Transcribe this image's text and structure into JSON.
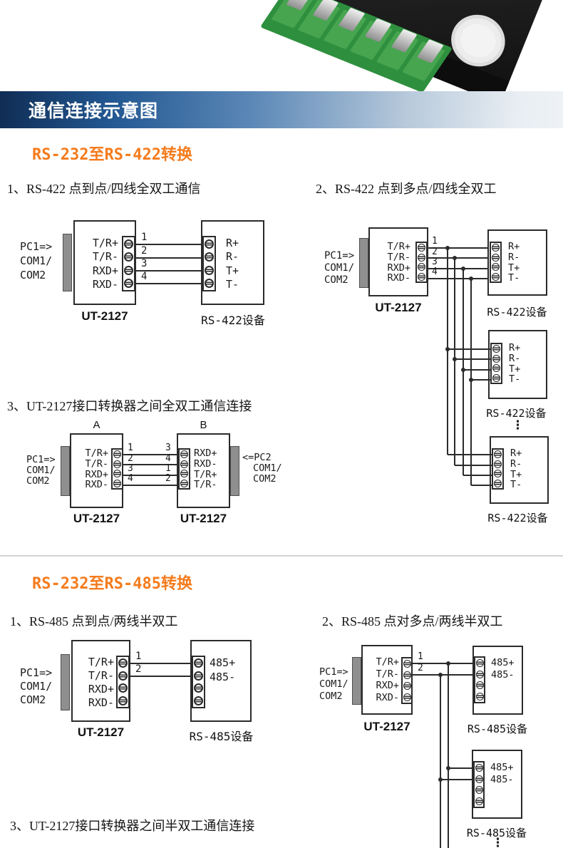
{
  "banner": {
    "title": "通信连接示意图"
  },
  "colors": {
    "accent_orange": "#f57b1c",
    "banner_dark": "#0f2d55",
    "banner_light": "#eef2f6",
    "diagram_line": "#2b2b2b",
    "db9_gray": "#8f8f8f",
    "terminal_green": "#2e8f3e"
  },
  "rs422_section": {
    "heading": "RS-232至RS-422转换",
    "diagram1_title": "1、RS-422 点到点/四线全双工通信",
    "diagram2_title": "2、RS-422 点到多点/四线全双工",
    "diagram3_title": "3、UT-2127接口转换器之间全双工通信连接"
  },
  "rs485_section": {
    "heading": "RS-232至RS-485转换",
    "diagram1_title": "1、RS-485 点到点/两线半双工",
    "diagram2_title": "2、RS-485 点对多点/两线半双工",
    "diagram3_title": "3、UT-2127接口转换器之间半双工通信连接"
  },
  "labels": {
    "pc1_lines": [
      "PC1=>",
      "COM1/",
      "COM2"
    ],
    "pc2_lines": [
      "<=PC2",
      "COM1/",
      "COM2"
    ],
    "converter_name": "UT-2127",
    "rs422_device": "RS-422设备",
    "rs485_device": "RS-485设备",
    "port_a": "A",
    "port_b": "B",
    "ellipsis": "⋮"
  },
  "pins": {
    "converter": [
      "T/R+",
      "T/R-",
      "RXD+",
      "RXD-"
    ],
    "rs422": [
      "R+",
      "R-",
      "T+",
      "T-"
    ],
    "rs485": [
      "485+",
      "485-"
    ],
    "converter_b": [
      "RXD+",
      "RXD-",
      "T/R+",
      "T/R-"
    ]
  },
  "wires": {
    "numbers": [
      "1",
      "2",
      "3",
      "4"
    ],
    "numbers_crossed": [
      "3",
      "4",
      "1",
      "2"
    ]
  }
}
